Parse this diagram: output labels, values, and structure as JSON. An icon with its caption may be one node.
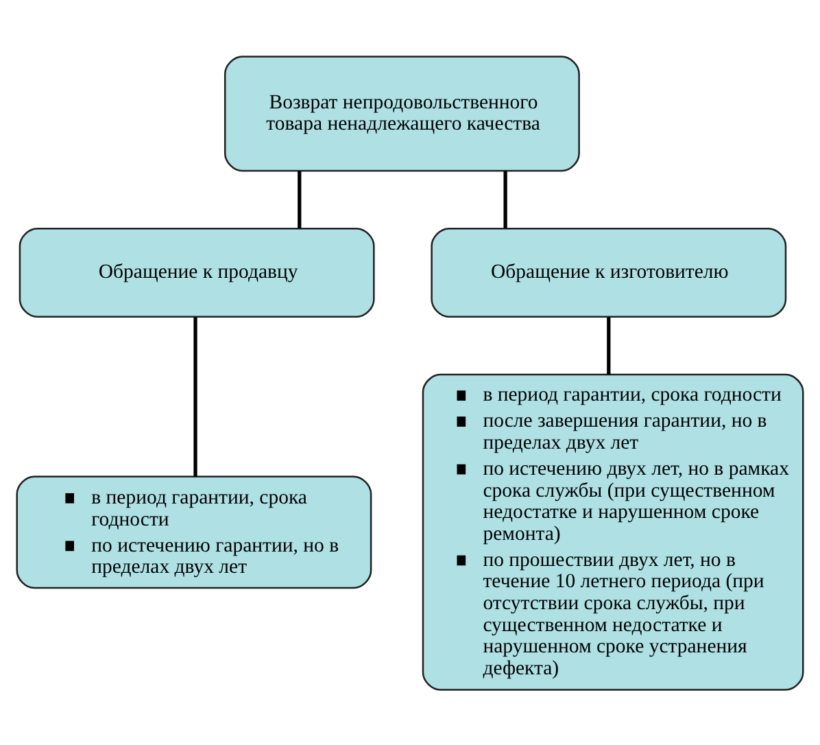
{
  "diagram": {
    "nodes": [
      {
        "text": [
          "Возврат непродовольственного товара ненадлежащего качества"
        ]
      },
      {
        "text": [
          "Обращение к продавцу"
        ]
      },
      {
        "text": [
          "Обращение к изготовителю"
        ]
      },
      {
        "text": [
          "в период гарантии, срока годности",
          "по истечению гарантии, но в пределах двух лет"
        ]
      },
      {
        "text": [
          "в период гарантии, срока годности",
          "после завершения гарантии, но в пределах двух лет",
          "по истечению двух лет, но в рамках срока службы (при существенном недостатке и нарушенном сроке ремонта)",
          "по прошествии двух лет, но в течение 10 летнего периода (при отсутствии срока службы, при существенном недостатке и нарушенном сроке устранения дефекта)"
        ]
      }
    ],
    "edges": [
      {
        "from": 0,
        "to": 1,
        "arrow": "none"
      },
      {
        "from": 0,
        "to": 2,
        "arrow": "none"
      },
      {
        "from": 1,
        "to": 3,
        "arrow": "none"
      },
      {
        "from": 2,
        "to": 4,
        "arrow": "none"
      }
    ]
  }
}
